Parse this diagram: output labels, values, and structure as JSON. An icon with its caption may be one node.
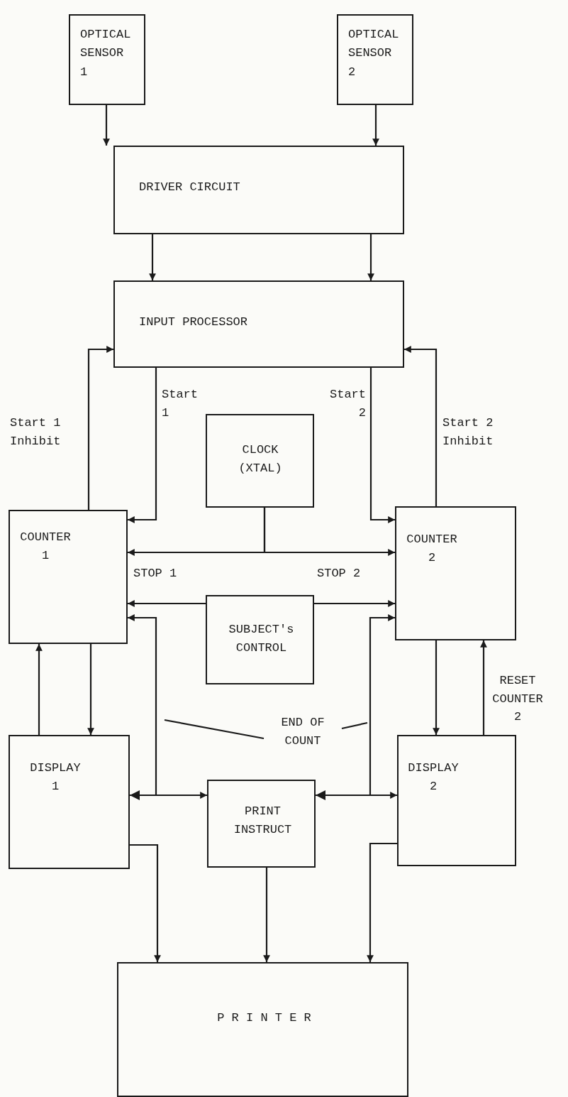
{
  "diagram": {
    "nodes": [
      {
        "text": [
          "OPTICAL SENSOR 1"
        ]
      },
      {
        "text": [
          "OPTICAL SENSOR 2"
        ]
      },
      {
        "text": [
          "DRIVER CIRCUIT"
        ]
      },
      {
        "text": [
          "INPUT PROCESSOR"
        ]
      },
      {
        "text": [
          "CLOCK (XTAL)"
        ]
      },
      {
        "text": [
          "COUNTER 1"
        ]
      },
      {
        "text": [
          "COUNTER 2"
        ]
      },
      {
        "text": [
          "SUBJECT's CONTROL"
        ]
      },
      {
        "text": [
          "DISPLAY 1"
        ]
      },
      {
        "text": [
          "PRINT INSTRUCT"
        ]
      },
      {
        "text": [
          "DISPLAY 2"
        ]
      },
      {
        "text": [
          "P R I N T E R"
        ]
      },
      {
        "text": [
          "END OF COUNT"
        ]
      }
    ],
    "edges": [
      {
        "from": 0,
        "to": 2,
        "arrow": "to"
      },
      {
        "from": 1,
        "to": 2,
        "arrow": "to"
      },
      {
        "from": 2,
        "to": 3,
        "arrow": "to"
      },
      {
        "from": 2,
        "to": 3,
        "arrow": "to"
      },
      {
        "from": 3,
        "to": 5,
        "arrow": "to",
        "label": "Start 1"
      },
      {
        "from": 3,
        "to": 6,
        "arrow": "to",
        "label": "Start 2"
      },
      {
        "from": 5,
        "to": 3,
        "arrow": "to",
        "label": "Start 1 Inhibit"
      },
      {
        "from": 6,
        "to": 3,
        "arrow": "to",
        "label": "Start 2 Inhibit"
      },
      {
        "from": 4,
        "to": 5,
        "arrow": "to"
      },
      {
        "from": 4,
        "to": 6,
        "arrow": "to"
      },
      {
        "from": 7,
        "to": 5,
        "arrow": "to",
        "label": "STOP 1"
      },
      {
        "from": 7,
        "to": 6,
        "arrow": "to",
        "label": "STOP 2"
      },
      {
        "from": 9,
        "to": 5,
        "arrow": "to"
      },
      {
        "from": 8,
        "to": 9,
        "arrow": "both"
      },
      {
        "from": 9,
        "to": 6,
        "arrow": "to"
      },
      {
        "from": 9,
        "to": 10,
        "arrow": "both"
      },
      {
        "from": 5,
        "to": 8,
        "arrow": "to"
      },
      {
        "from": 8,
        "to": 5,
        "arrow": "to"
      },
      {
        "from": 6,
        "to": 10,
        "arrow": "to"
      },
      {
        "from": 10,
        "to": 6,
        "arrow": "to",
        "label": "RESET COUNTER 2"
      },
      {
        "from": 8,
        "to": 11,
        "arrow": "to"
      },
      {
        "from": 9,
        "to": 11,
        "arrow": "to"
      },
      {
        "from": 10,
        "to": 11,
        "arrow": "to"
      },
      {
        "from": 12,
        "to": null,
        "arrow": "none"
      },
      {
        "from": 12,
        "to": null,
        "arrow": "none"
      }
    ]
  }
}
